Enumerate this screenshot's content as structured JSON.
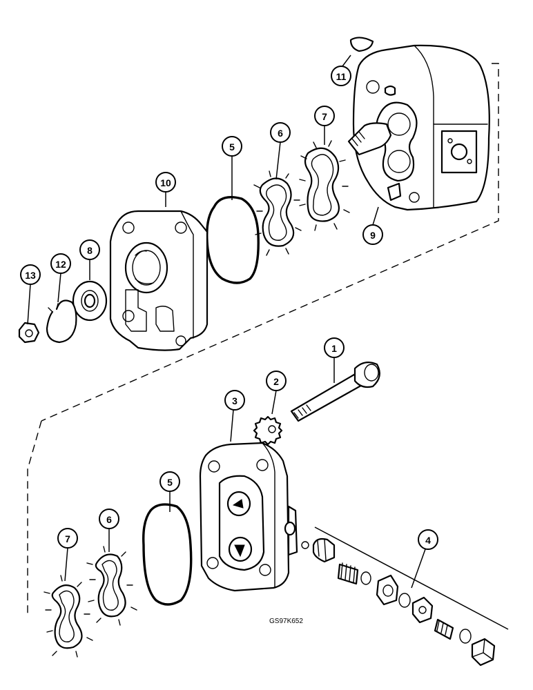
{
  "figure_code": "GS97K652",
  "callouts": [
    {
      "id": "c1",
      "label": "1"
    },
    {
      "id": "c2",
      "label": "2"
    },
    {
      "id": "c3",
      "label": "3"
    },
    {
      "id": "c4",
      "label": "4"
    },
    {
      "id": "c5a",
      "label": "5"
    },
    {
      "id": "c5b",
      "label": "5"
    },
    {
      "id": "c6a",
      "label": "6"
    },
    {
      "id": "c6b",
      "label": "6"
    },
    {
      "id": "c7a",
      "label": "7"
    },
    {
      "id": "c7b",
      "label": "7"
    },
    {
      "id": "c8",
      "label": "8"
    },
    {
      "id": "c9",
      "label": "9"
    },
    {
      "id": "c10",
      "label": "10"
    },
    {
      "id": "c11",
      "label": "11"
    },
    {
      "id": "c12",
      "label": "12"
    },
    {
      "id": "c13",
      "label": "13"
    }
  ],
  "colors": {
    "ink": "#000000",
    "paper": "#ffffff"
  }
}
